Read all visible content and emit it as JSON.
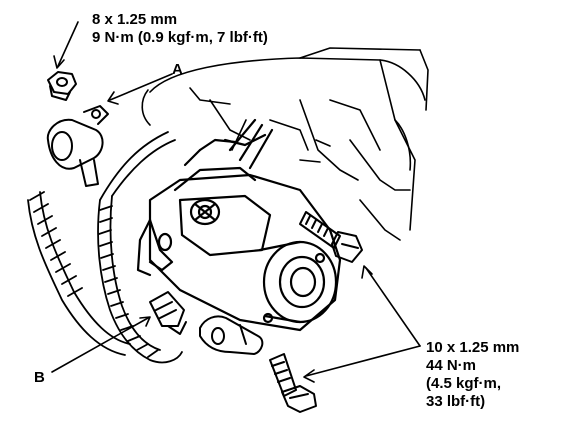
{
  "callouts": {
    "top_spec": {
      "size": "8 x 1.25 mm",
      "torque": "9 N·m (0.9 kgf·m, 7 lbf·ft)"
    },
    "bottom_spec": {
      "size": "10 x 1.25 mm",
      "torque_nm": "44 N·m",
      "torque_kgf": "(4.5 kgf·m,",
      "torque_lbf": "33 lbf·ft)"
    },
    "label_a": "A",
    "label_b": "B"
  },
  "colors": {
    "line": "#000000",
    "background": "#ffffff"
  },
  "icons": [
    "bolt-icon",
    "nut-icon",
    "starter-motor-illustration",
    "leader-arrow"
  ]
}
